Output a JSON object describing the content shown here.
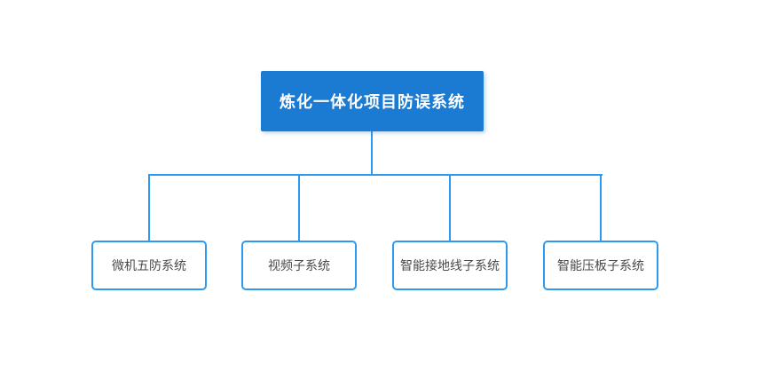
{
  "chart": {
    "type": "org-tree",
    "root": {
      "label": "炼化一体化项目防误系统"
    },
    "children": [
      {
        "label": "微机五防系统"
      },
      {
        "label": "视频子系统"
      },
      {
        "label": "智能接地线子系统"
      },
      {
        "label": "智能压板子系统"
      }
    ],
    "colors": {
      "root_fill": "#1b7ad2",
      "root_text": "#ffffff",
      "line": "#2e9aef",
      "child_border": "#2e9aef",
      "child_text": "#4a4a4a",
      "canvas_bg": "#ffffff"
    }
  }
}
